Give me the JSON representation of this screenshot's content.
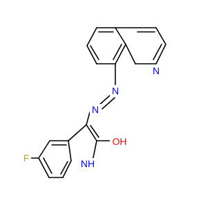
{
  "molecule": {
    "atoms": {
      "quinoline_N": {
        "symbol": "N",
        "color": "#0000ff"
      },
      "azo_N1": {
        "symbol": "N",
        "color": "#0000ff"
      },
      "azo_N2": {
        "symbol": "N",
        "color": "#0000ff"
      },
      "hydroxyl_O": {
        "symbol": "OH",
        "color": "#ff0000"
      },
      "indole_NH": {
        "symbol": "NH",
        "color": "#0000ff"
      },
      "fluorine_F": {
        "symbol": "F",
        "color": "#b3b300"
      }
    },
    "bond_color": "#000000"
  }
}
